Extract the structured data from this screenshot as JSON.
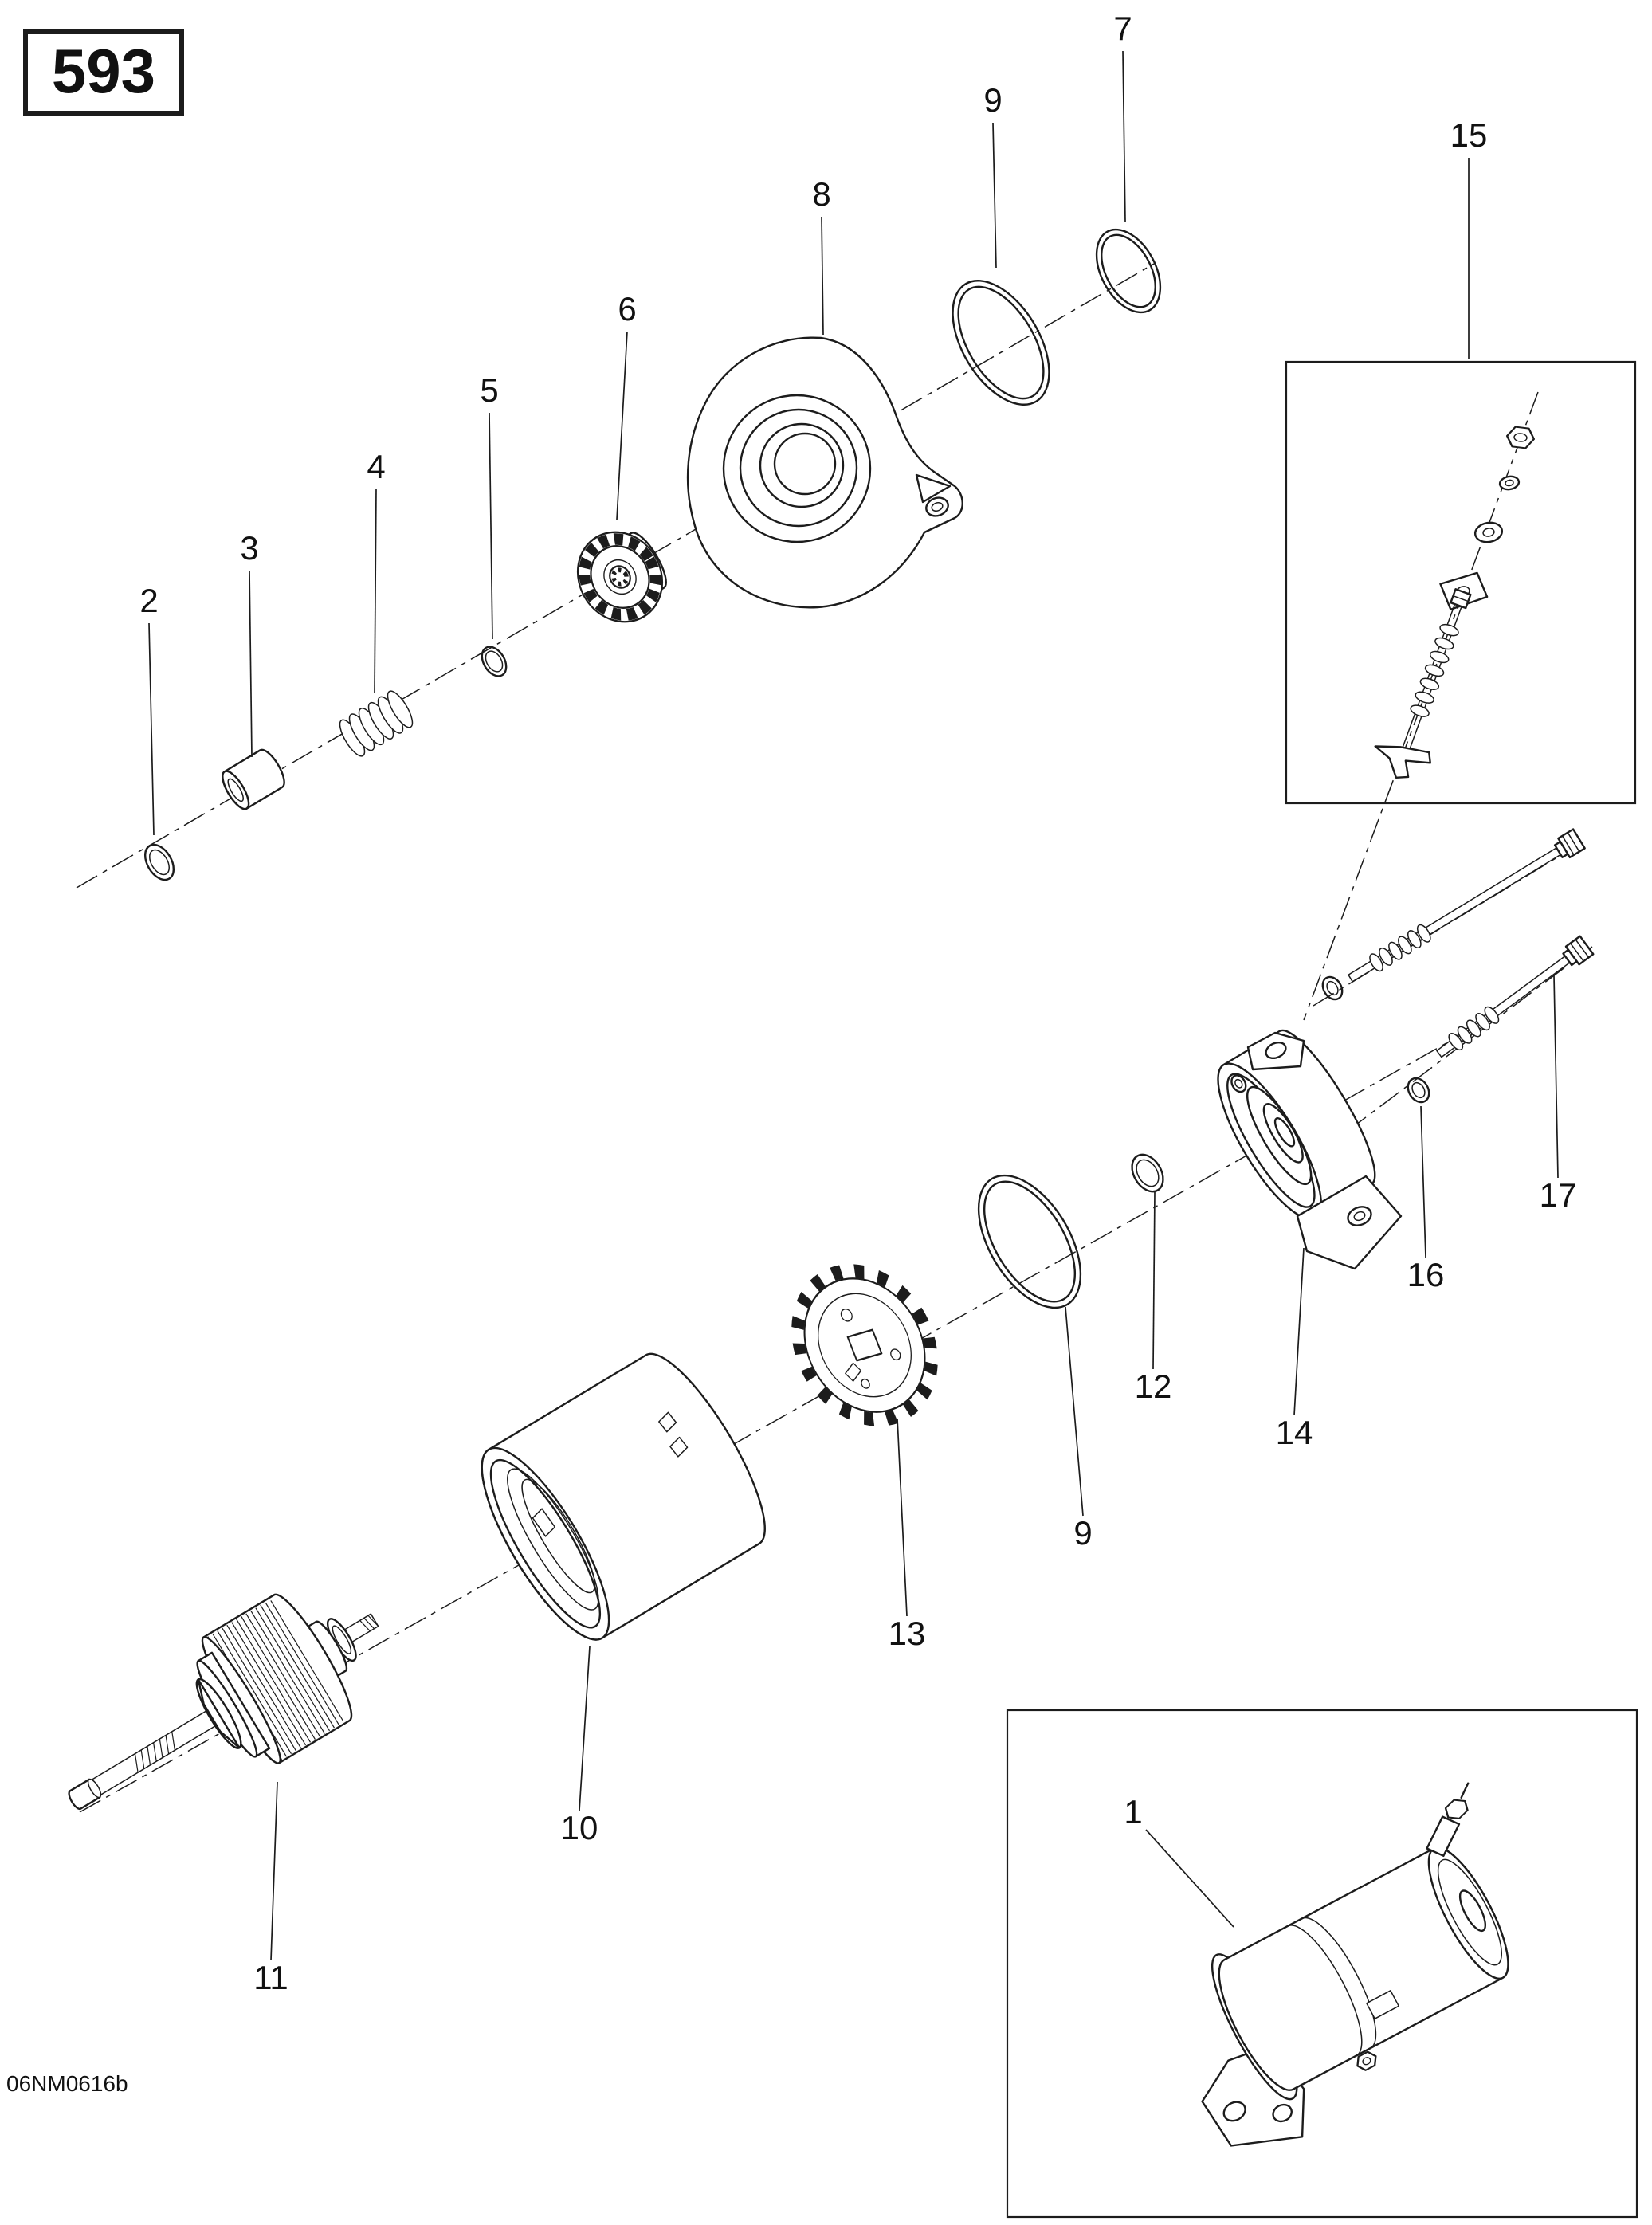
{
  "colors": {
    "ink": "#1c1c1c",
    "background": "#ffffff"
  },
  "model_badge": "593",
  "drawing_code": "06NM0616b",
  "callouts": [
    {
      "label": "2"
    },
    {
      "label": "3"
    },
    {
      "label": "4"
    },
    {
      "label": "5"
    },
    {
      "label": "6"
    },
    {
      "label": "8"
    },
    {
      "label": "9"
    },
    {
      "label": "7"
    },
    {
      "label": "15"
    },
    {
      "label": "17"
    },
    {
      "label": "16"
    },
    {
      "label": "14"
    },
    {
      "label": "12"
    },
    {
      "label": "9"
    },
    {
      "label": "13"
    },
    {
      "label": "10"
    },
    {
      "label": "11"
    },
    {
      "label": "1"
    }
  ]
}
